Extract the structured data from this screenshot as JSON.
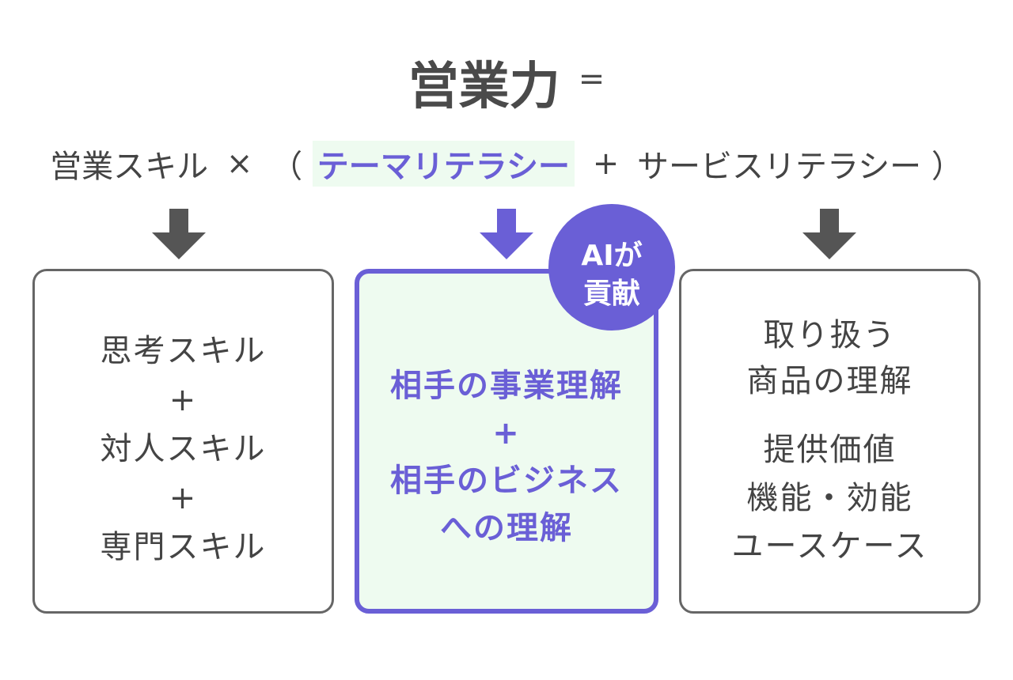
{
  "title": {
    "main": "営業力",
    "equals": "="
  },
  "formula": {
    "part1": "営業スキル",
    "times": "×",
    "open_paren": "（",
    "highlight": "テーマリテラシー",
    "plus": "+",
    "part3": "サービスリテラシー",
    "close_paren": "）"
  },
  "boxes": {
    "left": {
      "lines": [
        "思考スキル",
        "+",
        "対人スキル",
        "+",
        "専門スキル"
      ]
    },
    "middle": {
      "lines": [
        "相手の事業理解",
        "+",
        "相手のビジネス",
        "への理解"
      ]
    },
    "right": {
      "group1": [
        "取り扱う",
        "商品の理解"
      ],
      "group2": [
        "提供価値",
        "機能・効能",
        "ユースケース"
      ]
    }
  },
  "badge": {
    "line1": "AIが",
    "line2": "貢献"
  },
  "colors": {
    "accent": "#6a5fd6",
    "highlight_bg": "#eefbf0",
    "text": "#444444",
    "arrow_gray": "#555555"
  }
}
